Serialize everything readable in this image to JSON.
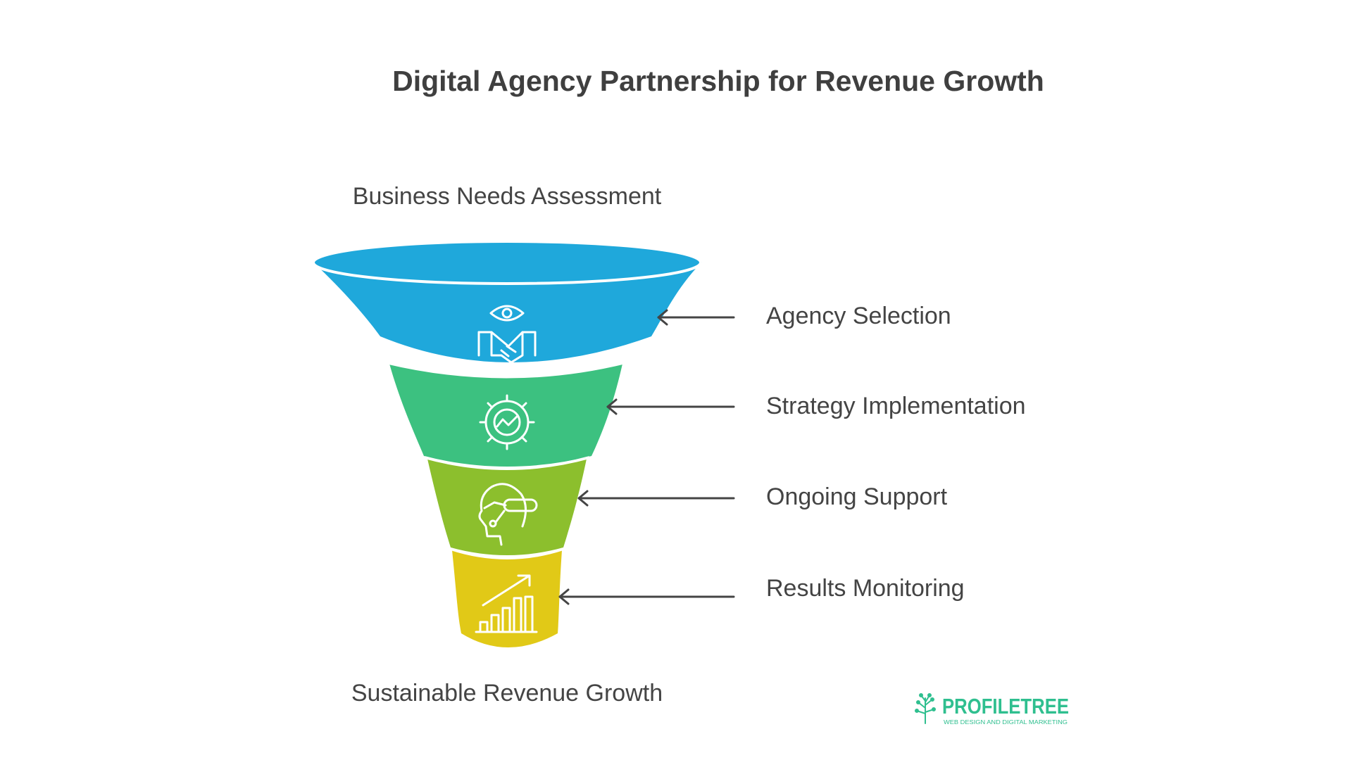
{
  "title": "Digital Agency Partnership for Revenue Growth",
  "top_label": "Business Needs Assessment",
  "bottom_label": "Sustainable Revenue Growth",
  "stages": [
    {
      "label": "Agency Selection",
      "color": "#1fa8db",
      "icon": "handshake-eye-icon"
    },
    {
      "label": "Strategy Implementation",
      "color": "#3cc180",
      "icon": "gear-chart-icon"
    },
    {
      "label": "Ongoing Support",
      "color": "#8cbf2d",
      "icon": "head-headset-icon"
    },
    {
      "label": "Results Monitoring",
      "color": "#e1c917",
      "icon": "growth-chart-icon"
    }
  ],
  "logo": {
    "name": "PROFILETREE",
    "tagline": "WEB DESIGN AND DIGITAL MARKETING",
    "color": "#2fbf8f",
    "icon": "tree-icon"
  }
}
